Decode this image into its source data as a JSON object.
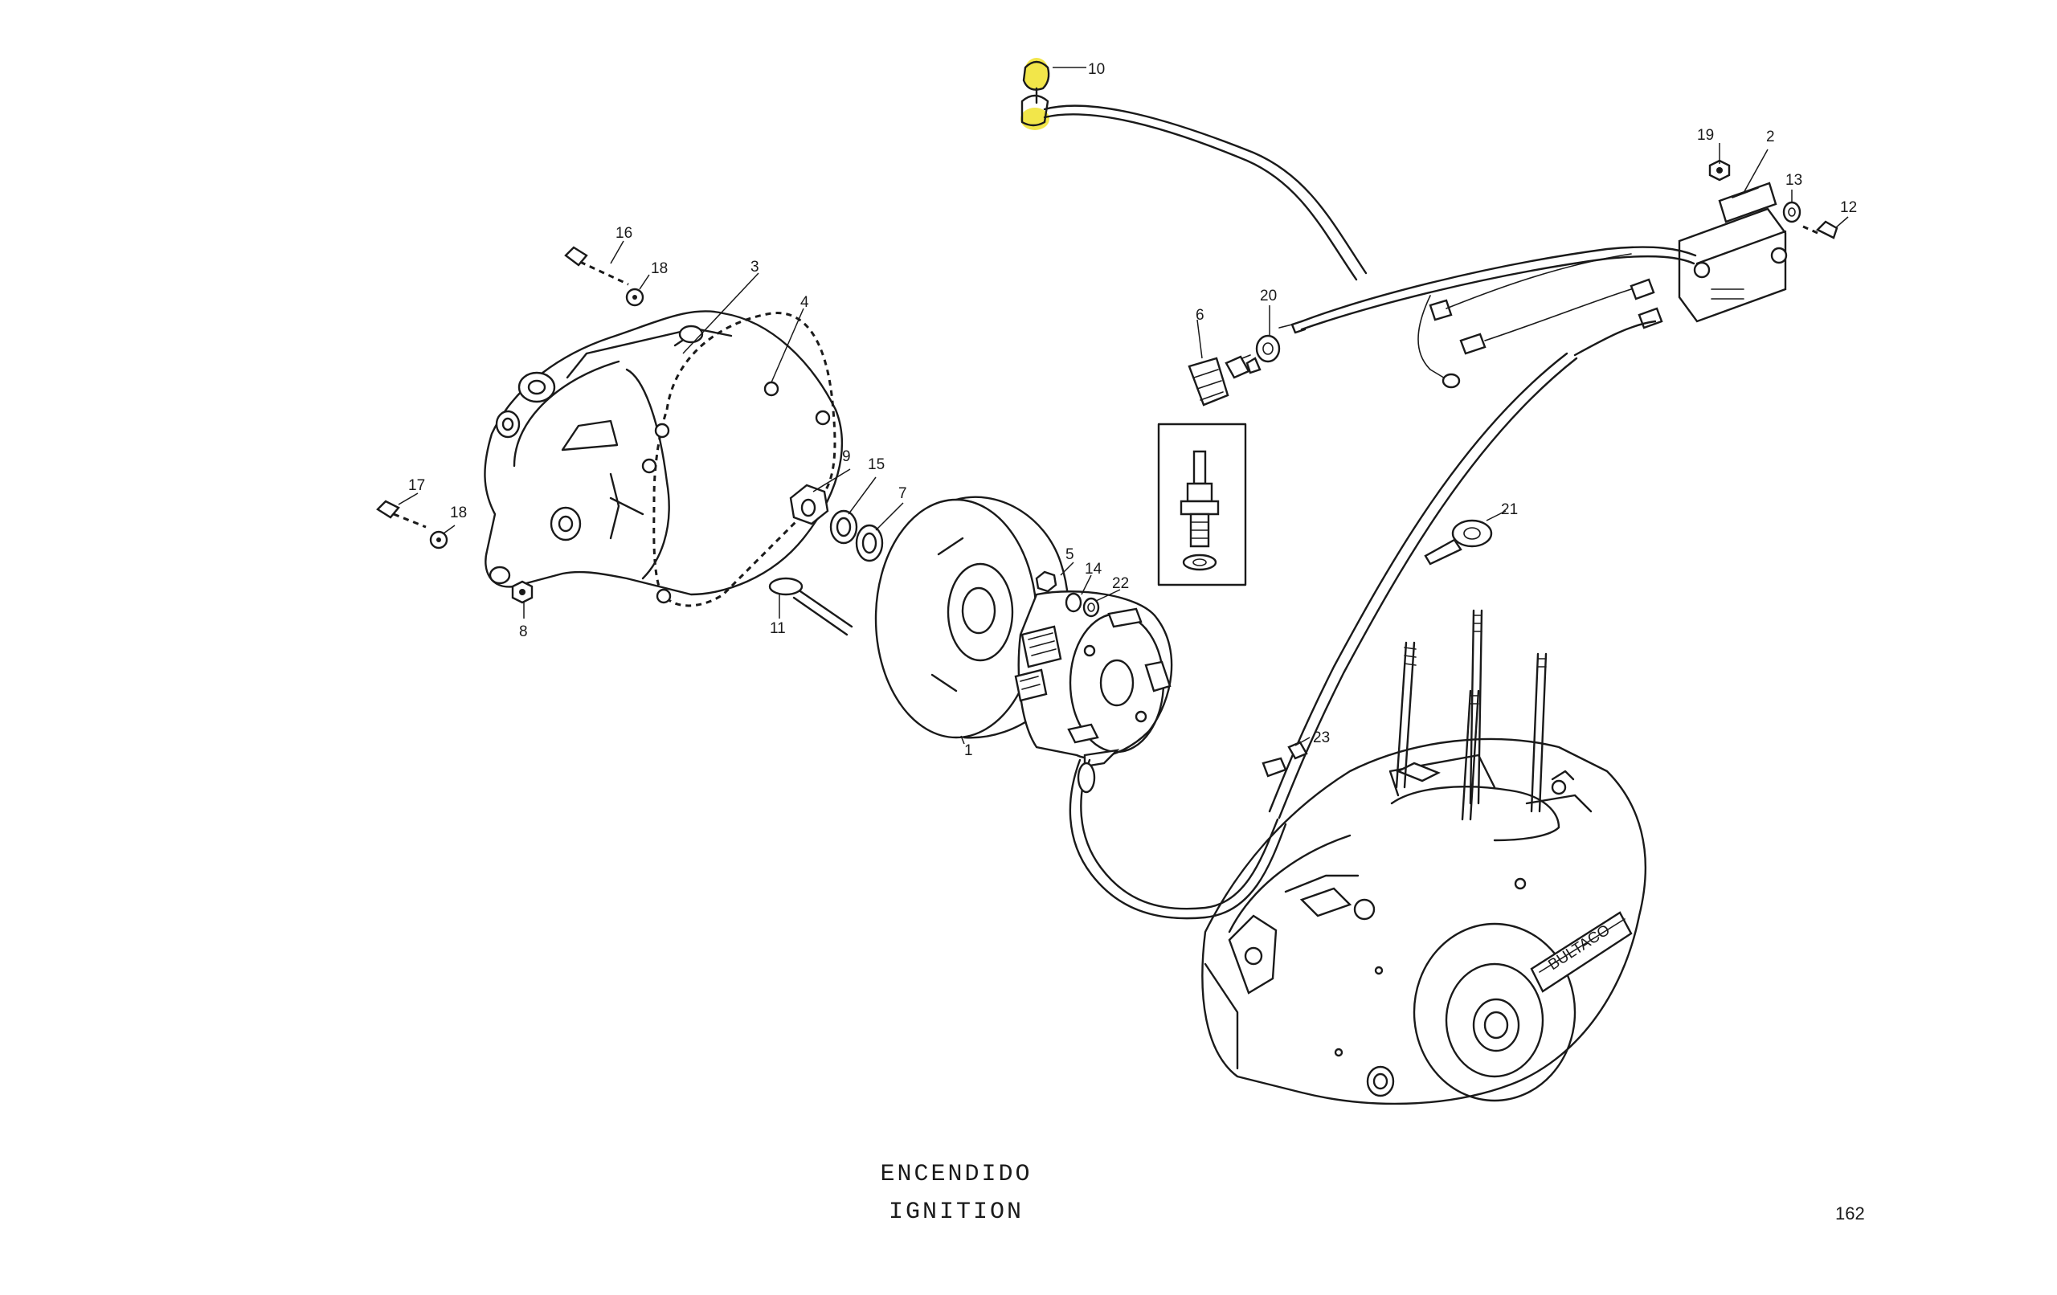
{
  "title": {
    "spanish": "ENCENDIDO",
    "english": "IGNITION"
  },
  "page_number": "162",
  "highlight_color": "#f2e64a",
  "parts": [
    {
      "ref": "1",
      "name": "flywheel-rotor"
    },
    {
      "ref": "2",
      "name": "ignition-coil"
    },
    {
      "ref": "3",
      "name": "ignition-cover"
    },
    {
      "ref": "4",
      "name": "cover-gasket"
    },
    {
      "ref": "5",
      "name": "stator-screw"
    },
    {
      "ref": "6",
      "name": "spark-plug-cap"
    },
    {
      "ref": "7",
      "name": "washer"
    },
    {
      "ref": "8",
      "name": "nut"
    },
    {
      "ref": "9",
      "name": "flywheel-nut"
    },
    {
      "ref": "10",
      "name": "kill-switch"
    },
    {
      "ref": "11",
      "name": "woodruff-key"
    },
    {
      "ref": "12",
      "name": "coil-screw"
    },
    {
      "ref": "13",
      "name": "coil-washer"
    },
    {
      "ref": "14",
      "name": "stator-washer"
    },
    {
      "ref": "15",
      "name": "lock-washer"
    },
    {
      "ref": "16",
      "name": "cover-bolt-long"
    },
    {
      "ref": "17",
      "name": "cover-bolt-short"
    },
    {
      "ref": "18",
      "name": "star-washer"
    },
    {
      "ref": "19",
      "name": "coil-nut"
    },
    {
      "ref": "20",
      "name": "hose-clamp"
    },
    {
      "ref": "21",
      "name": "cable-clip"
    },
    {
      "ref": "22",
      "name": "stator-lock-washer"
    },
    {
      "ref": "23",
      "name": "grommet"
    }
  ],
  "brand_logo": "BULTACO"
}
